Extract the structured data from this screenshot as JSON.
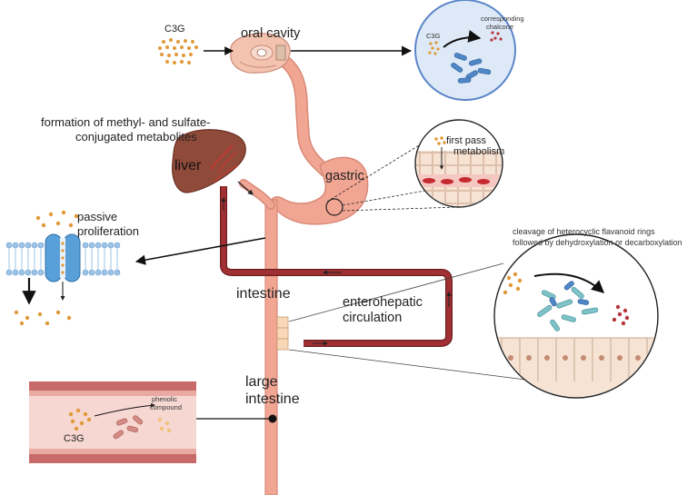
{
  "labels": {
    "c3g_top": "C3G",
    "oral_cavity": "oral cavity",
    "inset_oral_c3g": "C3G",
    "inset_oral_product_line1": "corresponding",
    "inset_oral_product_line2": "chalcone",
    "liver_metabolites_line1": "formation of methyl- and sulfate-",
    "liver_metabolites_line2": "conjugated metabolites",
    "liver": "liver",
    "gastric": "gastric",
    "first_pass_line1": "first pass",
    "first_pass_line2": "metabolism",
    "passive_line1": "passive",
    "passive_line2": "proliferation",
    "cleavage_line1": "cleavage of heterocyclic flavanoid rings",
    "cleavage_line2": "followed by dehydroxylation or decarboxylation",
    "intestine": "intestine",
    "enterohepatic_line1": "enterohepatic",
    "enterohepatic_line2": "circulation",
    "large_intestine_line1": "large",
    "large_intestine_line2": "intestine",
    "phenolic_line1": "phenolic",
    "phenolic_line2": "compound",
    "c3g_bottom": "C3G"
  },
  "colors": {
    "gut": "#f1a593",
    "gut_dark": "#d98a78",
    "vessel": "#9e2a2b",
    "liver": "#8f4a3a",
    "inset_blue_bg": "#dde9f6",
    "inset_blue_border": "#5c86c9",
    "anthocyanin_dot": "#e09a3a",
    "product_dot": "#b5363b",
    "membrane": "#7fb0dd",
    "channel": "#5aa0d8"
  }
}
